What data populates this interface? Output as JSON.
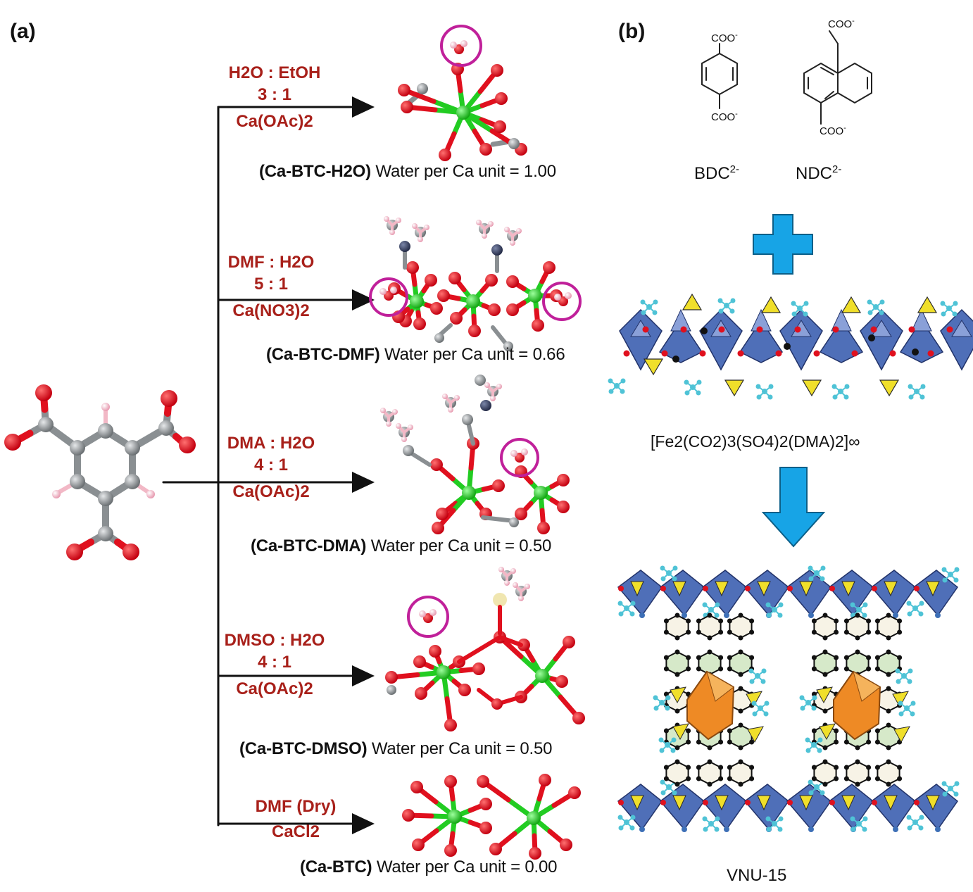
{
  "panel_a": {
    "label": "(a)",
    "routes": [
      {
        "solvent": "H2O : EtOH",
        "ratio": "3 : 1",
        "salt": "Ca(OAc)2",
        "product": "(Ca-BTC-H2O)",
        "water_text": "Water per Ca unit = 1.00"
      },
      {
        "solvent": "DMF : H2O",
        "ratio": "5 : 1",
        "salt": "Ca(NO3)2",
        "product": "(Ca-BTC-DMF)",
        "water_text": "Water per Ca unit = 0.66"
      },
      {
        "solvent": "DMA : H2O",
        "ratio": "4 : 1",
        "salt": "Ca(OAc)2",
        "product": "(Ca-BTC-DMA)",
        "water_text": "Water per Ca unit = 0.50"
      },
      {
        "solvent": "DMSO : H2O",
        "ratio": "4 : 1",
        "salt": "Ca(OAc)2",
        "product": "(Ca-BTC-DMSO)",
        "water_text": "Water per Ca unit = 0.50"
      },
      {
        "solvent": "DMF (Dry)",
        "ratio": "",
        "salt": "CaCl2",
        "product": "(Ca-BTC)",
        "water_text": "Water per Ca unit = 0.00"
      }
    ]
  },
  "panel_b": {
    "label": "(b)",
    "ligand_1": {
      "name": "BDC",
      "charge": "2-",
      "group": "COO",
      "group_charge": "-"
    },
    "ligand_2": {
      "name": "NDC",
      "charge": "2-",
      "group": "COO",
      "group_charge": "-"
    },
    "chain_formula": "[Fe2(CO2)3(SO4)2(DMA)2]∞",
    "framework_name": "VNU-15"
  },
  "colors": {
    "condition_text": "#a8201a",
    "oxygen": "#e0101e",
    "calcium": "#22cc22",
    "carbon": "#8a8f92",
    "hydrogen": "#f2b8c6",
    "water_circle": "#c0209a",
    "arrow_blue": "#17a4e6",
    "polyhedron_blue": "#4f6fb8",
    "tetrahedron_yellow": "#f0df2a",
    "dma_cyan": "#4fc3d6",
    "cluster_orange": "#ee8a25"
  }
}
